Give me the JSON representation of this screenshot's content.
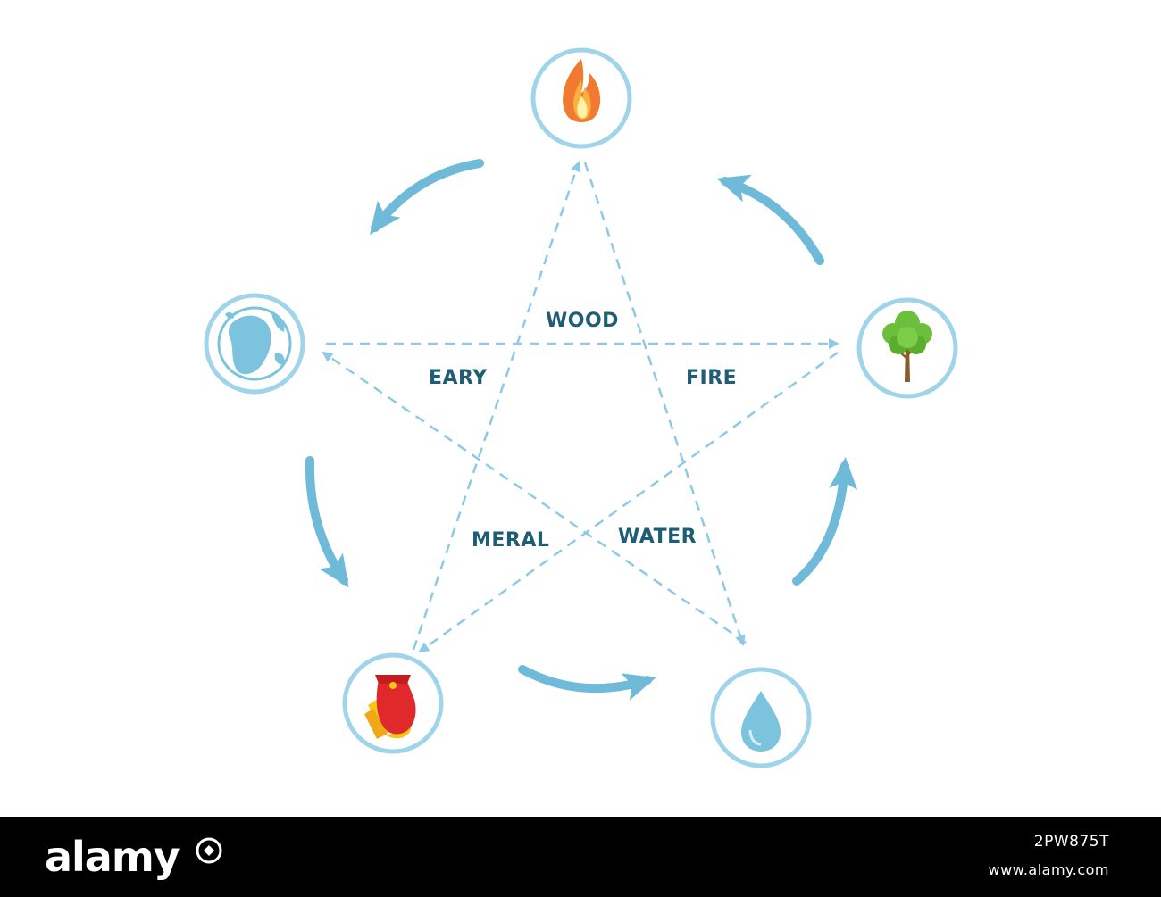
{
  "labels": {
    "wood": "WOOD",
    "eary": "EARY",
    "fire": "FIRE",
    "meral": "MERAL",
    "water": "WATER"
  },
  "nodes": [
    {
      "name": "fire",
      "icon": "flame-icon"
    },
    {
      "name": "wood",
      "icon": "tree-icon"
    },
    {
      "name": "water",
      "icon": "water-drop-icon"
    },
    {
      "name": "metal",
      "icon": "gold-bag-icon"
    },
    {
      "name": "earth",
      "icon": "earth-globe-icon"
    }
  ],
  "colors": {
    "circle_stroke": "#9fd4ea",
    "arrow": "#6fbad9",
    "dashed": "#8ecae6",
    "label": "#1f5d74"
  },
  "footer": {
    "brand": "alamy",
    "image_id": "2PW875T",
    "site": "www.alamy.com"
  }
}
